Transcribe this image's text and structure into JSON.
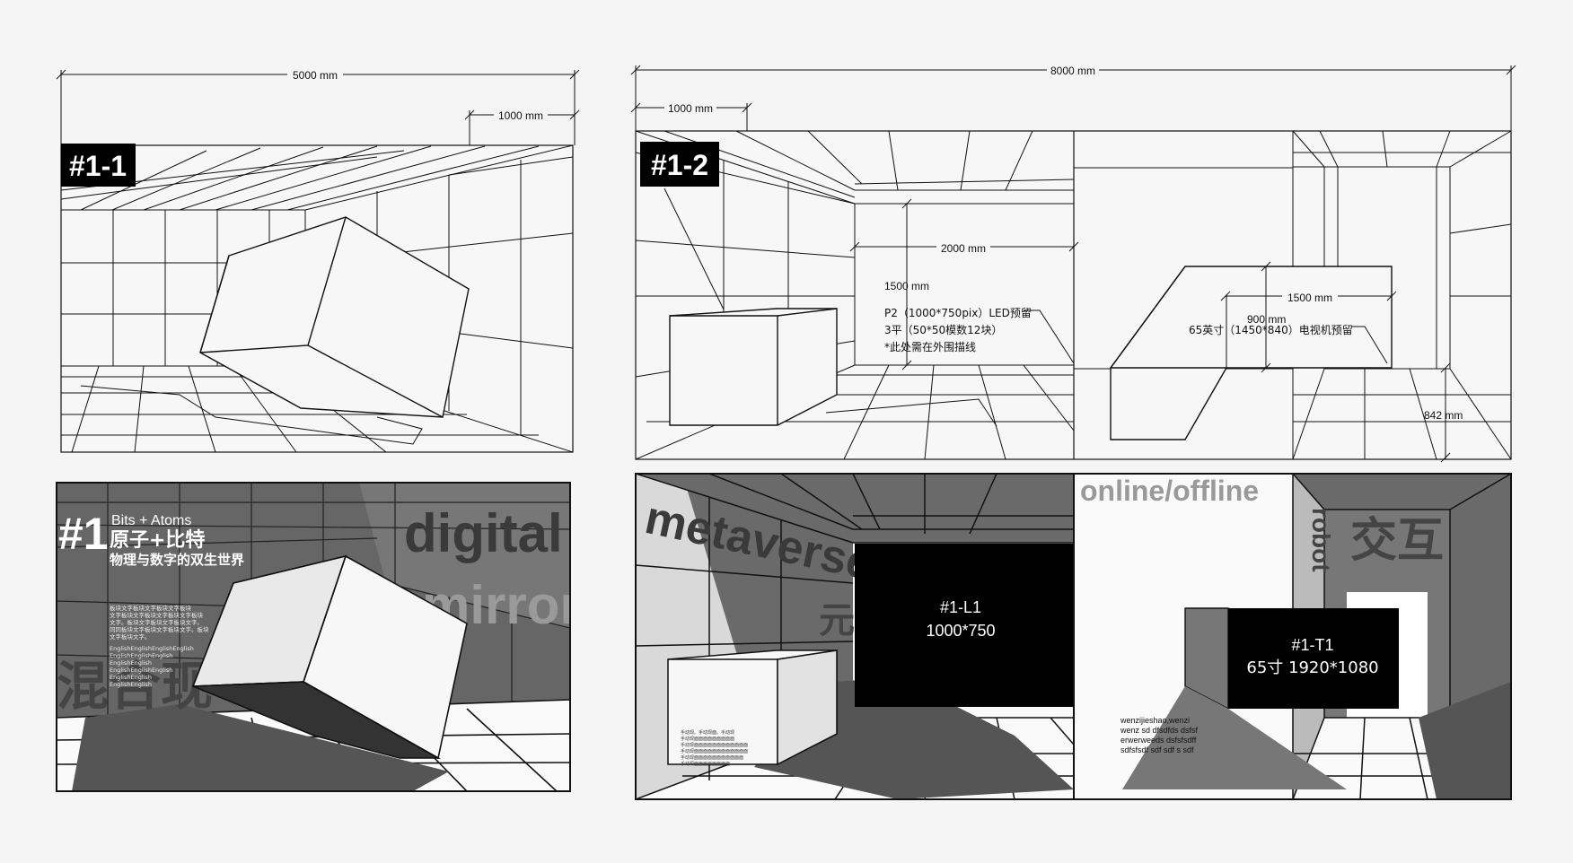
{
  "tl": {
    "dim_total": "5000 mm",
    "dim_part": "1000 mm",
    "tag": "#1-1"
  },
  "tr": {
    "dim_total": "8000 mm",
    "dim_part": "1000 mm",
    "tag": "#1-2",
    "dim_2000": "2000 mm",
    "dim_1500": "1500 mm",
    "note1": "P2（1000*750pix）LED预留",
    "note2": "3平（50*50模数12块）",
    "note3": "*此处需在外围描线",
    "dim_1500b": "1500 mm",
    "dim_900": "900 mm",
    "note_tv": "65英寸（1450*840）电视机预留",
    "dim_842": "842 mm"
  },
  "bl": {
    "num": "#1",
    "en_title": "Bits + Atoms",
    "cn_title": "原子+比特",
    "cn_sub": "物理与数字的双生世界",
    "word1": "digital",
    "word2": "mirror",
    "cn_word": "混合现",
    "body1": "板块文字板块文字板块文字板块",
    "body2": "文字板块文字板块文字板块文字板块",
    "body3": "文字。板块文字板块文字板块文字。",
    "body4": "同同板块文字板块文字板块文字。板块",
    "body5": "文字板块文字。",
    "eng1": "EnglishEnglishEnglishEnglish",
    "eng2": "EnglishEnglishEnglish",
    "eng3": "EnglishEnglish",
    "eng4": "EnglishEnglishEnglish",
    "eng5": "EnglishEnglish",
    "eng6": "EnglishEnglish"
  },
  "br": {
    "word_metaverse": "metaverse",
    "word_online": "online/offline",
    "word_robot": "robot",
    "cn_big": "交互",
    "cn_yuan": "元宇宙",
    "l1_title": "#1-L1",
    "l1_size": "1000*750",
    "t1_title": "#1-T1",
    "t1_size": "65寸 1920*1080",
    "small1": "wenzijieshao,wenzi",
    "small2": "wenz sd  dfsdfds  dsfsf",
    "small3": "erwerweeds dsfsfsdff",
    "small4": "sdfsfsdf sdf  sdf s sdf",
    "cube_txt1": "手动现。手动现面。手动现",
    "cube_txt2": "手动现面面面面面面面面面",
    "cube_txt3": "手动现面面面面面面面面面面面面",
    "cube_txt4": "手动现面面面面面面面面面面面面",
    "cube_txt5": "手动现面面面面面面面面面面面",
    "cube_txt6": "手动现面面面面面面面面"
  }
}
